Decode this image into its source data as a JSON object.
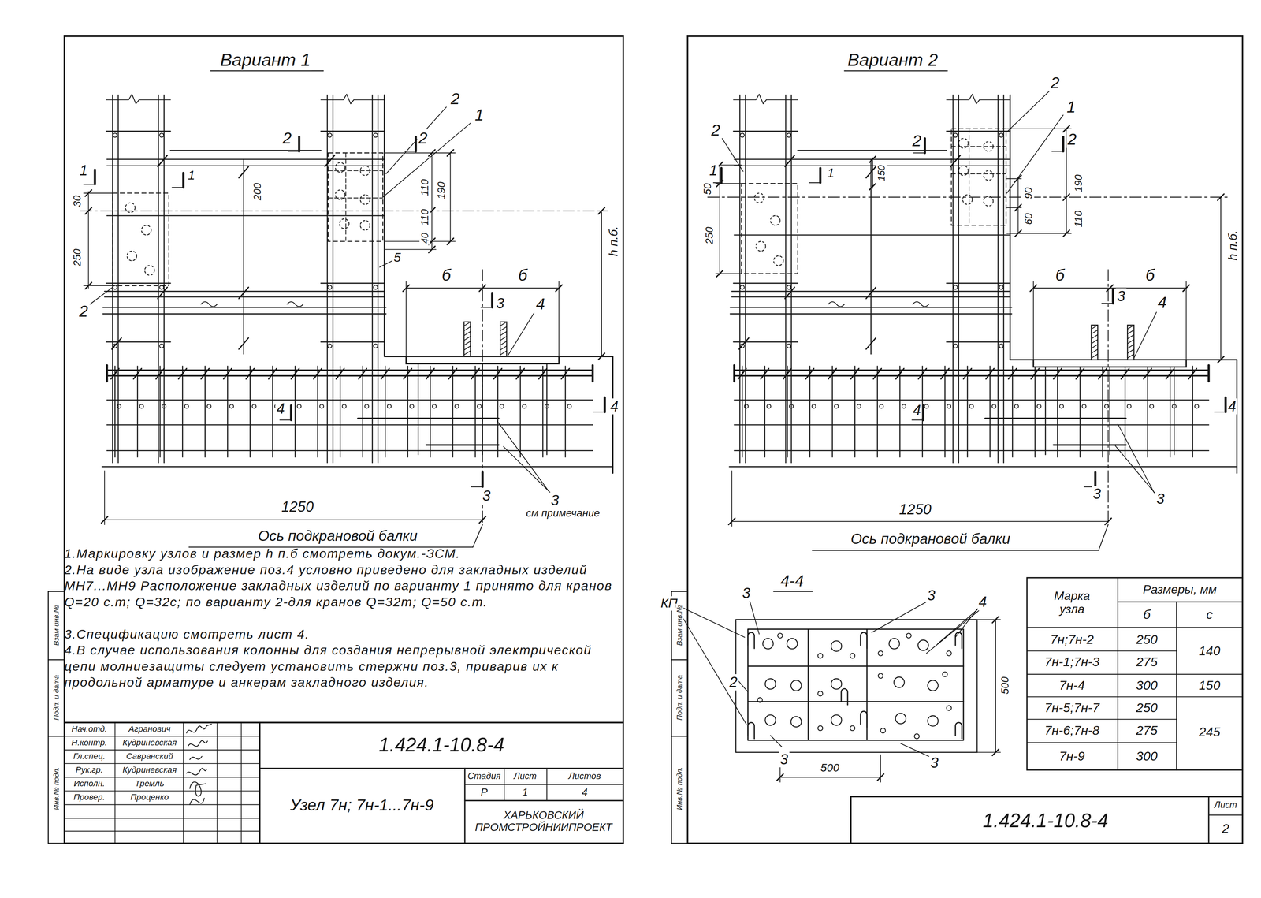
{
  "diagram": {
    "labels": [
      "Вариант 1",
      "2",
      "1",
      "2",
      "2",
      "1",
      "1",
      "200",
      "110",
      "190",
      "110",
      "40",
      "30",
      "250",
      "5",
      "2",
      "б",
      "б",
      "3",
      "4",
      "h п.б.",
      "4",
      "4",
      "3",
      "3",
      "см примечание",
      "1250",
      "Ось подкрановой балки",
      "1.Маркировку узлов и размер h п.б смотреть докум.-ЗСМ.",
      "2.На виде узла изображение поз.4 условно приведено для закладных изделий МН7...МН9 Расположение закладных изделий по варианту 1 принято для кранов Q=20 с.т; Q=32с; по варианту 2-для кранов Q=32т; Q=50 с.т.",
      "3.Спецификацию смотреть лист 4.",
      "4.В случае использования колонны для создания непрерывной электрической цепи молниезащиты следует установить стержни поз.3, приварив их к продольной арматуре и анкерам закладного изделия.",
      "Нач.отд.",
      "Н.контр.",
      "Гл.спец.",
      "Рук.гр.",
      "Исполн.",
      "Провер.",
      "Агранович",
      "Кудриневская",
      "Савранский",
      "Кудриневская",
      "Тремль",
      "Проценко",
      "1.424.1-10.8-4",
      "Узел 7н; 7н-1...7н-9",
      "Стадия",
      "Лист",
      "Листов",
      "Р",
      "1",
      "4",
      "ХАРЬКОВСКИЙ ПРОМСТРОЙНИИПРОЕКТ",
      "Взам.инв.№",
      "Подп. и дата",
      "Инв.№ подл.",
      "Вариант 2",
      "2",
      "1",
      "2",
      "2",
      "2",
      "1",
      "1",
      "50",
      "250",
      "150",
      "190",
      "90",
      "60",
      "110",
      "б",
      "б",
      "3",
      "4",
      "h п.б.",
      "4",
      "4",
      "3",
      "3",
      "1250",
      "Ось подкрановой балки",
      "4-4",
      "КП",
      "3",
      "3",
      "4",
      "2",
      "3",
      "3",
      "500",
      "500",
      "Марка узла",
      "Размеры, мм",
      "б",
      "с",
      "7н;7н-2",
      "250",
      "7н-1;7н-3",
      "275",
      "7н-4",
      "300",
      "7н-5;7н-7",
      "250",
      "7н-6;7н-8",
      "275",
      "7н-9",
      "300",
      "140",
      "150",
      "245",
      "1.424.1-10.8-4",
      "Лист",
      "2",
      "Взам.инв.№",
      "Подп. и дата",
      "Инв.№ подл."
    ]
  }
}
